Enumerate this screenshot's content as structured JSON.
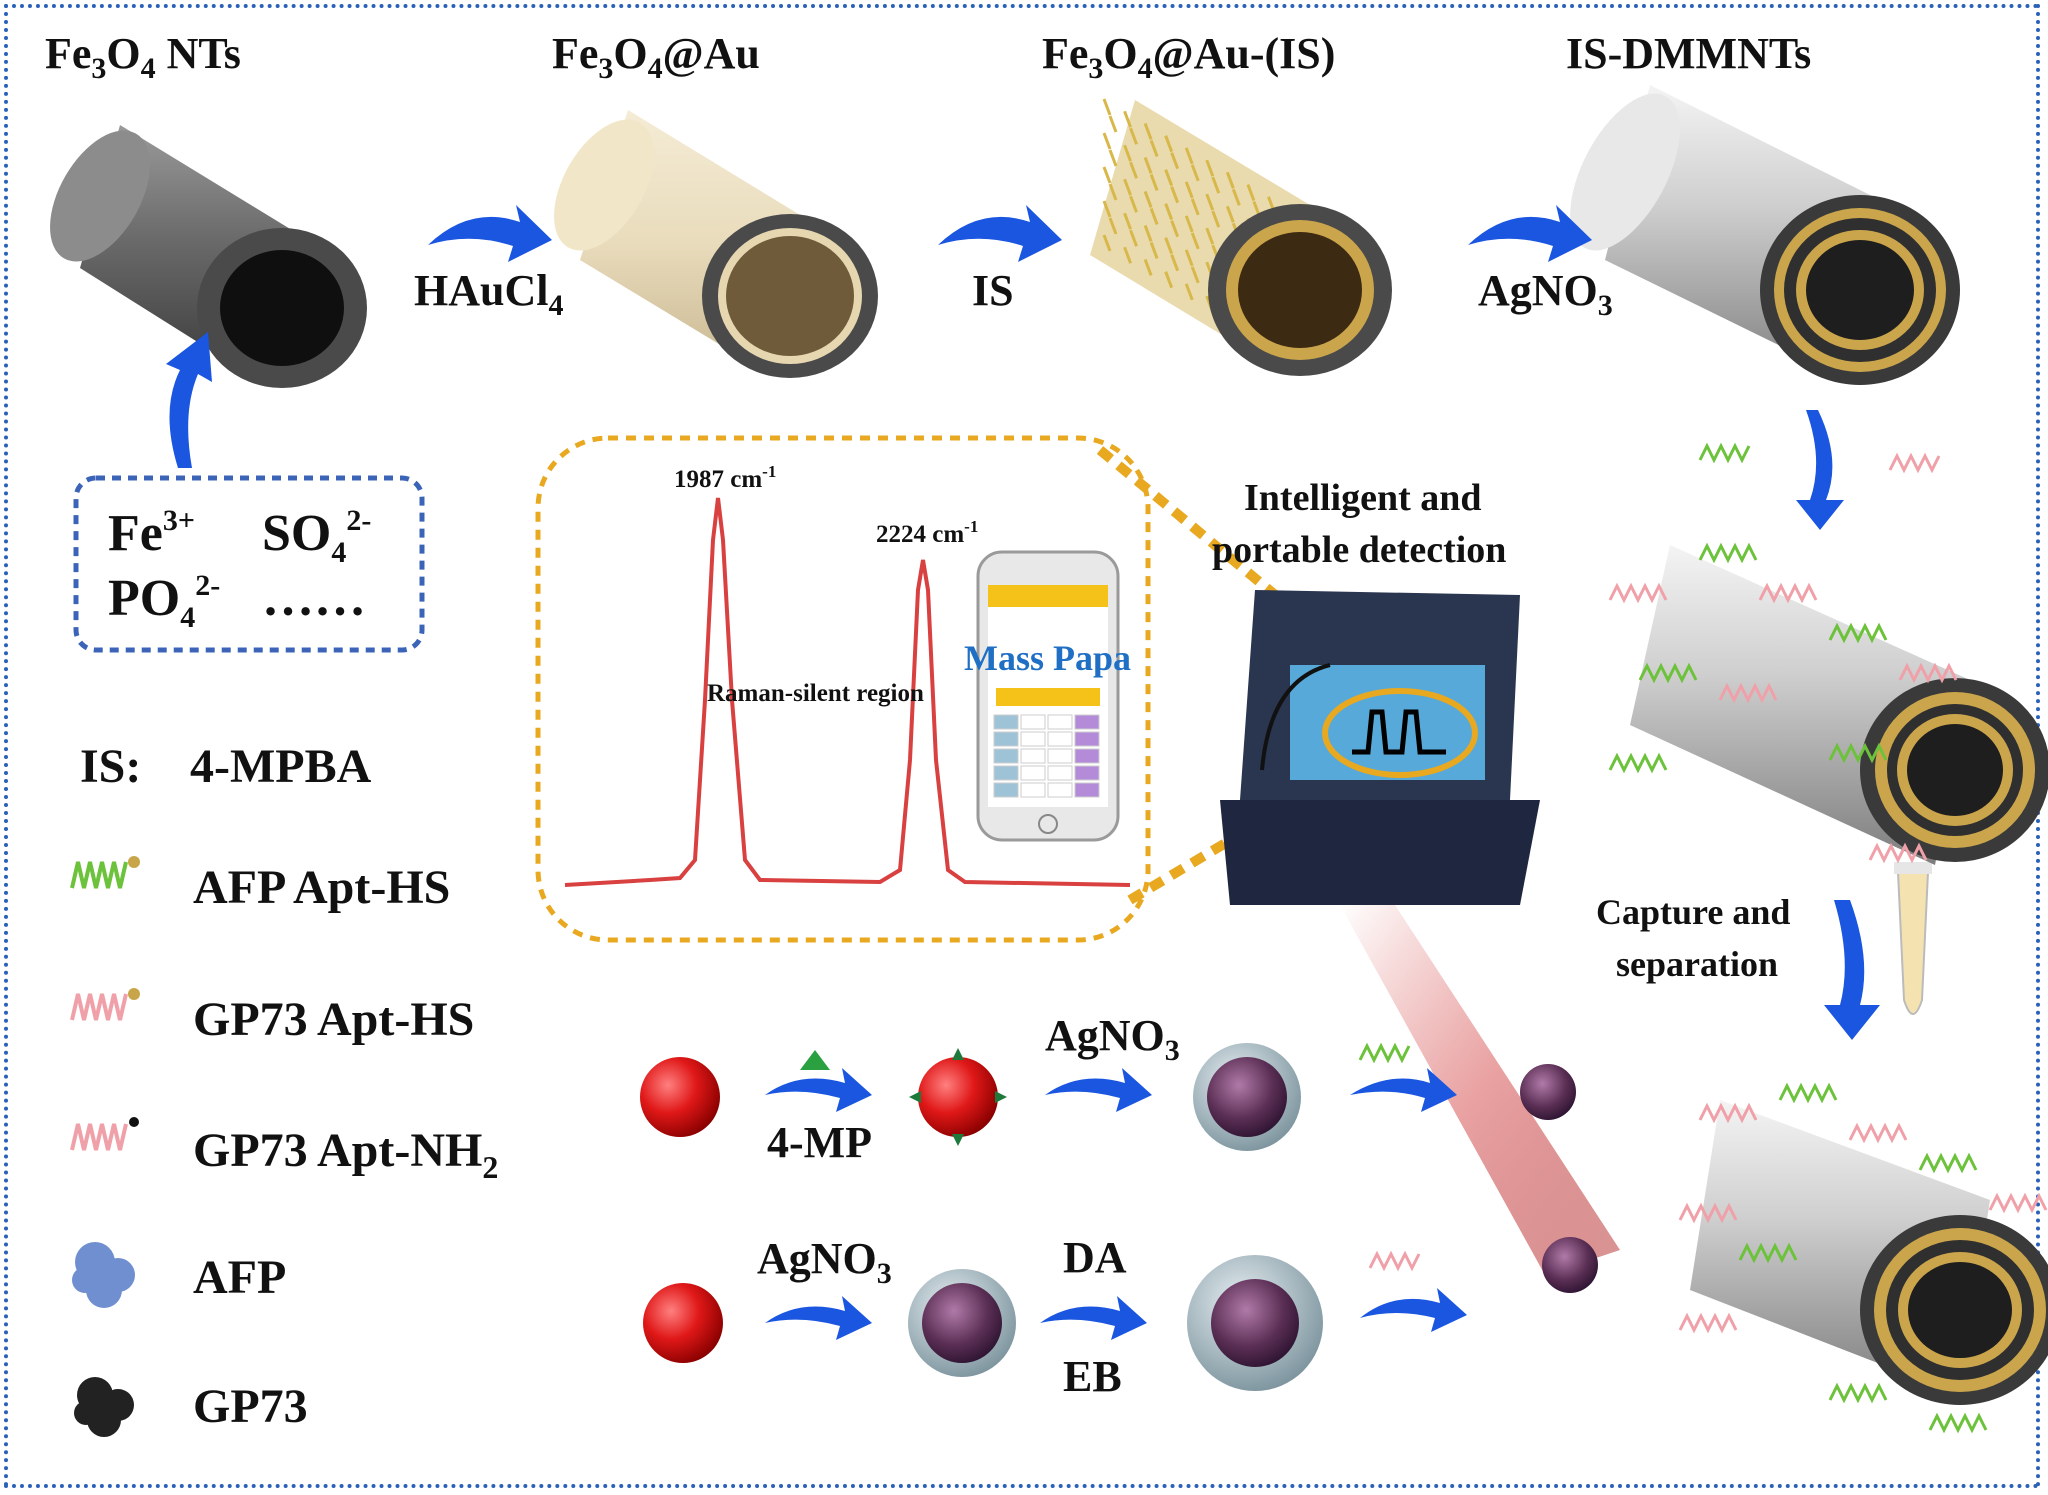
{
  "stages": {
    "s1": {
      "base": "Fe",
      "sub1": "3",
      "mid": "O",
      "sub2": "4",
      "tail": " NTs"
    },
    "s2": {
      "base": "Fe",
      "sub1": "3",
      "mid": "O",
      "sub2": "4",
      "tail": "@Au"
    },
    "s3": {
      "base": "Fe",
      "sub1": "3",
      "mid": "O",
      "sub2": "4",
      "tail": "@Au-(IS)"
    },
    "s4": {
      "label": "IS-DMMNTs"
    }
  },
  "reagents": {
    "r1": {
      "base": "HAuCl",
      "sub": "4"
    },
    "r2": {
      "label": "IS"
    },
    "r3": {
      "base": "AgNO",
      "sub": "3"
    }
  },
  "ions": {
    "fe": {
      "base": "Fe",
      "sup": "3+"
    },
    "so4": {
      "base": "SO",
      "sub": "4",
      "sup": "2-"
    },
    "po4": {
      "base": "PO",
      "sub": "4",
      "sup": "2-"
    },
    "more": "……"
  },
  "spectrum": {
    "peak1": {
      "base": "1987 cm",
      "sup": "-1"
    },
    "peak2": {
      "base": "2224 cm",
      "sup": "-1"
    },
    "region": "Raman-silent region",
    "app_name": "Mass Papa"
  },
  "detection": {
    "line1": "Intelligent and",
    "line2": "portable detection"
  },
  "capture": {
    "line1": "Capture and",
    "line2": "separation"
  },
  "legend": {
    "is_label": "IS:",
    "is_value": "4-MPBA",
    "afp_apt": "AFP Apt-HS",
    "gp73_apt_hs": "GP73 Apt-HS",
    "gp73_apt_nh2": {
      "base": "GP73 Apt-NH",
      "sub": "2"
    },
    "afp": "AFP",
    "gp73": "GP73"
  },
  "probes": {
    "top_step1": "4-MP",
    "top_step2": {
      "base": "AgNO",
      "sub": "3"
    },
    "bottom_step1": {
      "base": "AgNO",
      "sub": "3"
    },
    "bottom_step2_top": "DA",
    "bottom_step2_bottom": "EB"
  },
  "colors": {
    "frame": "#2a62b8",
    "arrow": "#1a56e0",
    "spectrum": "#d94040",
    "callout": "#e8a820",
    "gold": "#c9a54a",
    "apt_green": "#6cc23a",
    "apt_pink": "#f0a0a8",
    "afp": "#6f8fd0",
    "gp73": "#222222"
  }
}
